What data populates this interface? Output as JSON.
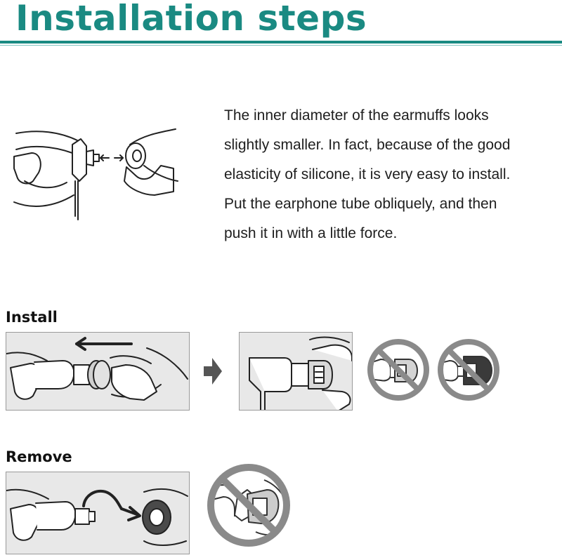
{
  "header": {
    "title": "Installation steps"
  },
  "description": {
    "lines": [
      "The inner diameter of the earmuffs looks",
      "slightly smaller. In fact, because of the good",
      "elasticity of silicone, it is very easy to install.",
      "Put the earphone tube obliquely, and then",
      "push it in with a little force."
    ]
  },
  "sections": {
    "install": {
      "label": "Install"
    },
    "remove": {
      "label": "Remove"
    }
  },
  "colors": {
    "accent": "#1a8a82",
    "panel": "#e8e8e8",
    "prohibit": "#8a8a8a"
  }
}
